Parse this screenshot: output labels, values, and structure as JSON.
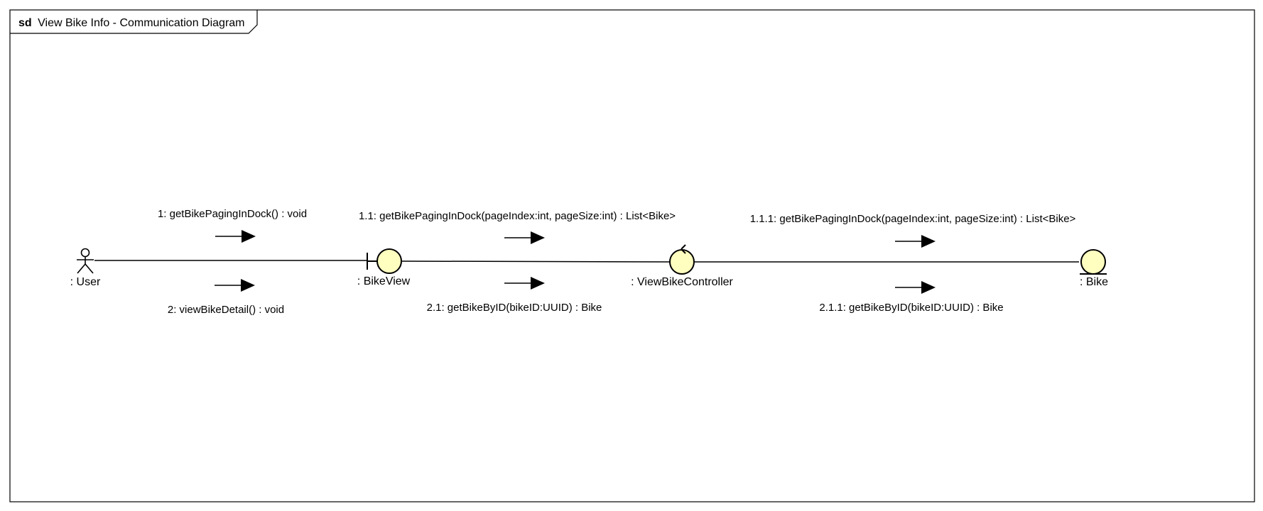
{
  "frame": {
    "keyword": "sd",
    "title": "View Bike Info - Communication Diagram"
  },
  "colors": {
    "lifeline_fill": "#ffffc0",
    "stroke": "#000000",
    "background": "#ffffff"
  },
  "objects": [
    {
      "kind": "actor",
      "icon": "actor-icon",
      "label": ": User"
    },
    {
      "kind": "boundary",
      "icon": "boundary-icon",
      "label": ": BikeView"
    },
    {
      "kind": "control",
      "icon": "control-icon",
      "label": ": ViewBikeController"
    },
    {
      "kind": "entity",
      "icon": "entity-icon",
      "label": ": Bike"
    }
  ],
  "messages": [
    {
      "label": "1: getBikePagingInDock() : void"
    },
    {
      "label": "2: viewBikeDetail() : void"
    },
    {
      "label": "1.1: getBikePagingInDock(pageIndex:int, pageSize:int) : List<Bike>"
    },
    {
      "label": "2.1: getBikeByID(bikeID:UUID) : Bike"
    },
    {
      "label": "1.1.1: getBikePagingInDock(pageIndex:int, pageSize:int) : List<Bike>"
    },
    {
      "label": "2.1.1: getBikeByID(bikeID:UUID) : Bike"
    }
  ]
}
